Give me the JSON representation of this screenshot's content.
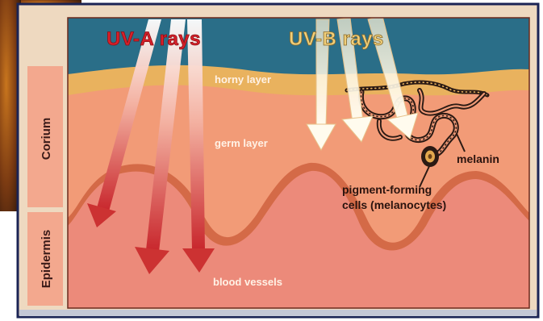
{
  "labels": {
    "uva": "UV-A rays",
    "uvb": "UV-B rays",
    "horny_layer": "horny layer",
    "germ_layer": "germ layer",
    "blood_vessels": "blood vessels",
    "melanin": "melanin",
    "pigment_line1": "pigment-forming",
    "pigment_line2": "cells (melanocytes)",
    "corium": "Corium",
    "epidermis": "Epidermis"
  },
  "colors": {
    "page_background": "#ffffff",
    "beige_frame": "#eed9c0",
    "navy_border": "#1b2455",
    "sky": "#2a6e88",
    "horny_layer": "#e9b25e",
    "germ_layer": "#f29b77",
    "dermis": "#ec8a7a",
    "wave_edge": "#d46a47",
    "uva_text": "#d8202a",
    "uvb_text": "#f0cf7a",
    "uva_arrow": "#cc3232",
    "uvb_arrow": "#fff6dc",
    "melanin_network": "#2b1a14",
    "side_label_fill": "#f3a88e",
    "side_label_text": "#3a1a18",
    "label_text_light": "#fff2e6",
    "label_text_dark": "#2a130e"
  }
}
